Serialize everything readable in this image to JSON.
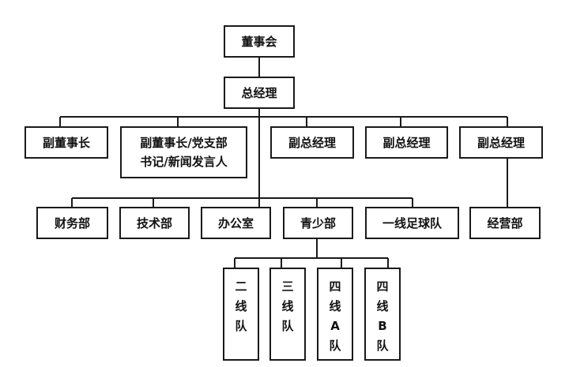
{
  "board": "董事会",
  "gm": "总经理",
  "level2": [
    {
      "label": "副董事长"
    },
    {
      "line1": "副董事长/党支部",
      "line2": "书记/新闻发言人"
    },
    {
      "label": "副总经理"
    },
    {
      "label": "副总经理"
    },
    {
      "label": "副总经理"
    }
  ],
  "departments": [
    "财务部",
    "技术部",
    "办公室",
    "青少部",
    "一线足球队",
    "经营部"
  ],
  "youth_teams": [
    {
      "chars": [
        "二",
        "线",
        "队"
      ]
    },
    {
      "chars": [
        "三",
        "线",
        "队"
      ]
    },
    {
      "chars": [
        "四",
        "线",
        "A",
        "队"
      ]
    },
    {
      "chars": [
        "四",
        "线",
        "B",
        "队"
      ]
    }
  ]
}
